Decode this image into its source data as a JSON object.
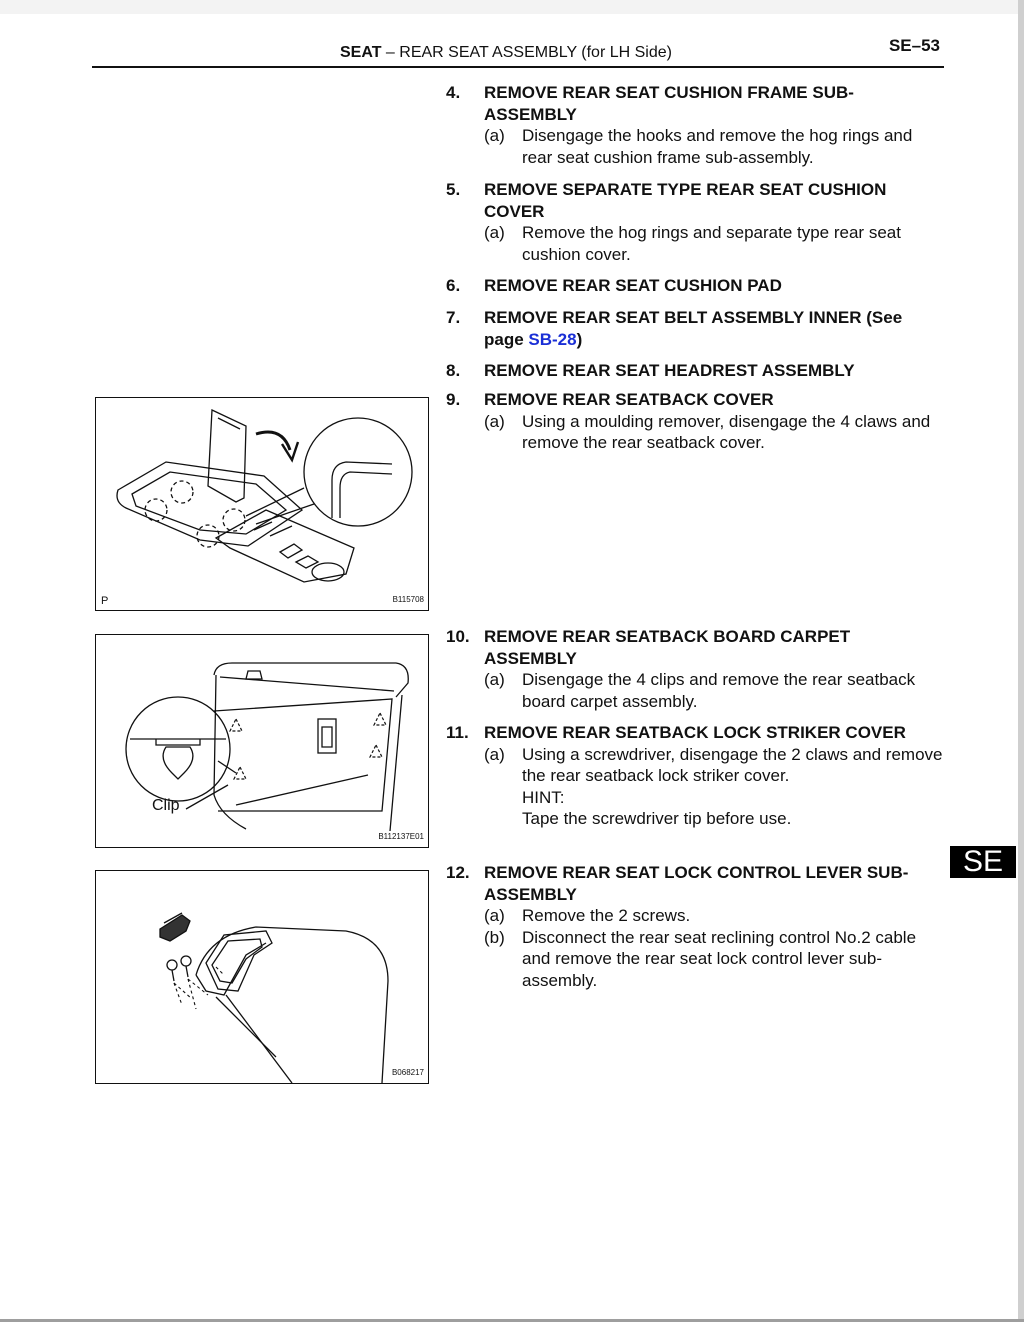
{
  "header": {
    "section_bold": "SEAT",
    "section_rest": " –  REAR SEAT ASSEMBLY (for LH Side)",
    "page_number": "SE–53"
  },
  "side_tab": "SE",
  "steps": [
    {
      "num": "4.",
      "title": "REMOVE REAR SEAT CUSHION FRAME SUB-ASSEMBLY",
      "subs": [
        {
          "label": "(a)",
          "text": "Disengage the hooks and remove the hog rings and rear seat cushion frame sub-assembly."
        }
      ]
    },
    {
      "num": "5.",
      "title": "REMOVE SEPARATE TYPE REAR SEAT CUSHION COVER",
      "subs": [
        {
          "label": "(a)",
          "text": "Remove the hog rings and separate type rear seat cushion cover."
        }
      ]
    },
    {
      "num": "6.",
      "title": "REMOVE REAR SEAT CUSHION PAD"
    },
    {
      "num": "7.",
      "title_pre": "REMOVE REAR SEAT BELT ASSEMBLY INNER (See page ",
      "link": "SB-28",
      "title_post": ")"
    },
    {
      "num": "8.",
      "title": "REMOVE REAR SEAT HEADREST ASSEMBLY"
    },
    {
      "num": "9.",
      "title": "REMOVE REAR SEATBACK COVER",
      "subs": [
        {
          "label": "(a)",
          "text": "Using a moulding remover, disengage the 4 claws and remove the rear seatback cover."
        }
      ]
    },
    {
      "num": "10.",
      "title": "REMOVE REAR SEATBACK BOARD CARPET ASSEMBLY",
      "subs": [
        {
          "label": "(a)",
          "text": "Disengage the 4 clips and remove the rear seatback board carpet assembly."
        }
      ]
    },
    {
      "num": "11.",
      "title": "REMOVE REAR SEATBACK LOCK STRIKER COVER",
      "subs": [
        {
          "label": "(a)",
          "text": "Using a screwdriver, disengage the 2 claws and remove the rear seatback lock striker cover."
        }
      ],
      "hint_label": "HINT:",
      "hint_text": "Tape the screwdriver tip before use."
    },
    {
      "num": "12.",
      "title": "REMOVE REAR SEAT LOCK CONTROL LEVER SUB-ASSEMBLY",
      "subs": [
        {
          "label": "(a)",
          "text": "Remove the 2 screws."
        },
        {
          "label": "(b)",
          "text": "Disconnect the rear seat reclining control No.2 cable and remove the rear seat lock control lever sub-assembly."
        }
      ]
    }
  ],
  "figures": [
    {
      "code": "B115708",
      "corner_label": "P"
    },
    {
      "code": "B112137E01",
      "callout": "Clip"
    },
    {
      "code": "B068217"
    }
  ]
}
